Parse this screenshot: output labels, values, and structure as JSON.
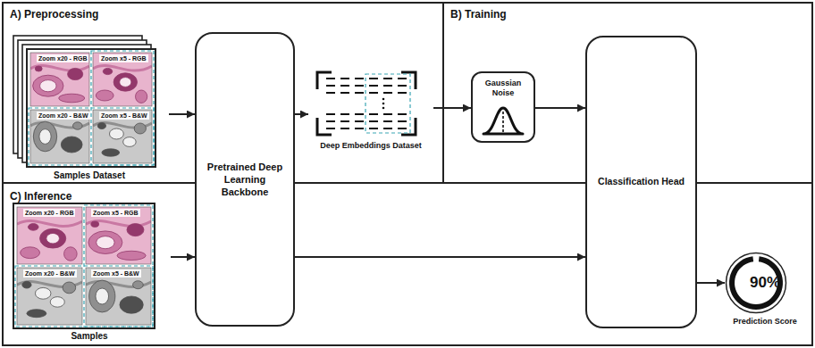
{
  "diagram": {
    "nodes": [
      {
        "text": [
          "A) Preprocessing"
        ]
      },
      {
        "text": [
          "Samples Dataset"
        ],
        "in": 0
      },
      {
        "text": [
          "Deep Embeddings Dataset"
        ],
        "in": 0
      },
      {
        "text": [
          "B) Training"
        ]
      },
      {
        "text": [
          "Gaussian Noise"
        ],
        "in": 3
      },
      {
        "text": [
          "C) Inference"
        ]
      },
      {
        "text": [
          "Samples"
        ],
        "in": 5
      },
      {
        "text": [
          "Pretrained Deep Learning Backbone"
        ]
      },
      {
        "text": [
          "Classification Head"
        ]
      },
      {
        "text": [
          "90%",
          "Prediction Score"
        ]
      }
    ],
    "edges": [
      {
        "from": 1,
        "to": 7,
        "arrow": "to"
      },
      {
        "from": 7,
        "to": 2,
        "arrow": "to"
      },
      {
        "from": 2,
        "to": 4,
        "arrow": "to"
      },
      {
        "from": 4,
        "to": 8,
        "arrow": "to"
      },
      {
        "from": 6,
        "to": 7,
        "arrow": "to"
      },
      {
        "from": 7,
        "to": 8,
        "arrow": "to"
      },
      {
        "from": 8,
        "to": 9,
        "arrow": "to"
      }
    ],
    "labels": [
      "Zoom x20 - RGB",
      "Zoom x5 - RGB",
      "Zoom x20 - B&W",
      "Zoom x5 - B&W",
      "Zoom x20 - RGB",
      "Zoom x5 - RGB",
      "Zoom x20 - B&W",
      "Zoom x5 - B&W"
    ]
  }
}
